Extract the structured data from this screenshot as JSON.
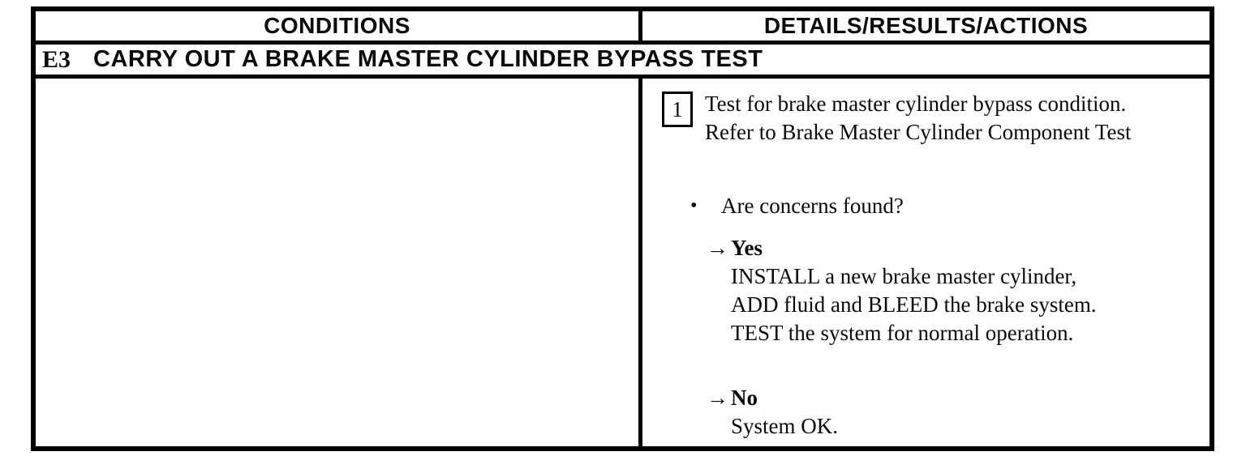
{
  "table": {
    "header": {
      "conditions_label": "CONDITIONS",
      "details_label": "DETAILS/RESULTS/ACTIONS"
    },
    "test_row": {
      "id": "E3",
      "title": "CARRY OUT A BRAKE MASTER CYLINDER BYPASS TEST"
    },
    "details_cell": {
      "step": {
        "number": "1",
        "lines": [
          "Test for brake master cylinder bypass condition.",
          "Refer to Brake Master Cylinder Component Test"
        ]
      },
      "question": {
        "bullet": "•",
        "text": "Are concerns found?"
      },
      "branches": {
        "yes": {
          "arrow": "→",
          "label": "Yes",
          "lines": [
            "INSTALL a new brake master cylinder,",
            "ADD fluid and BLEED the brake system.",
            "TEST the system for normal operation."
          ]
        },
        "no": {
          "arrow": "→",
          "label": "No",
          "lines": [
            "System OK."
          ]
        }
      }
    }
  },
  "colors": {
    "ink": "#0a0a0a",
    "paper": "#ffffff"
  }
}
